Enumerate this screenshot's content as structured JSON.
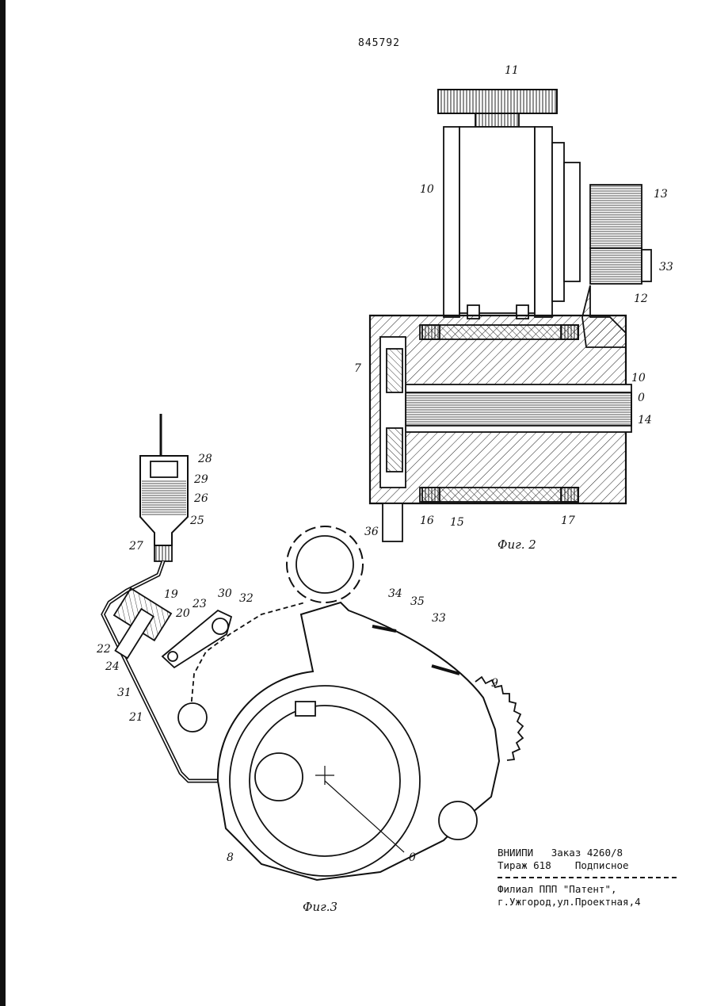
{
  "patent_number": "845792",
  "figure2": {
    "caption": "Фиг. 2",
    "labels": [
      "11",
      "10",
      "13",
      "33",
      "12",
      "7",
      "10",
      "0",
      "14",
      "16",
      "15",
      "17"
    ]
  },
  "figure3": {
    "caption": "Фиг.3",
    "labels": [
      "28",
      "29",
      "26",
      "25",
      "27",
      "36",
      "19",
      "30",
      "32",
      "23",
      "34",
      "35",
      "33",
      "20",
      "22",
      "24",
      "31",
      "9",
      "21",
      "8",
      "0"
    ]
  },
  "imprint": {
    "line1": "ВНИИПИ   Заказ 4260/8",
    "line2": "Тираж 618    Подписное",
    "line3": "Филиал ППП \"Патент\",",
    "line4": "г.Ужгород,ул.Проектная,4"
  }
}
